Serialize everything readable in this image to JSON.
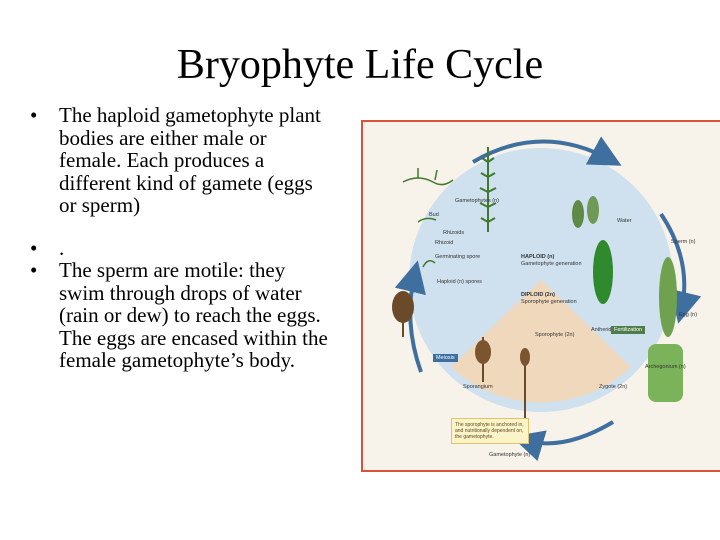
{
  "slide": {
    "title": "Bryophyte Life Cycle",
    "bullets": [
      "The haploid gametophyte plant bodies are either male or female.  Each produces a different kind of gamete (eggs or sperm)",
      ".",
      "The sperm are motile: they swim through drops of water (rain or dew) to reach the eggs.  The eggs are encased within the female gametophyte’s body."
    ],
    "bullet_glyph": "•"
  },
  "figure": {
    "labels": {
      "bud": "Bud",
      "gametophytes": "Gametophytes (n)",
      "rhizoids": "Rhizoids",
      "rhizoid": "Rhizoid",
      "germinating_spore": "Germinating spore",
      "haploid_spores": "Haploid (n) spores",
      "haploid_gen_1": "HAPLOID (n)",
      "haploid_gen_2": "Gametophyte generation",
      "diploid_gen_1": "DIPLOID (2n)",
      "diploid_gen_2": "Sporophyte generation",
      "sporophyte": "Sporophyte (2n)",
      "sporangium": "Sporangium",
      "water": "Water",
      "sperm": "Sperm (n)",
      "antheridium": "Antheridium (n)",
      "egg": "Egg (n)",
      "archegonium": "Archegonium (n)",
      "zygote": "Zygote (2n)",
      "gametophyte_n": "Gametophyte (n)",
      "meiosis": "Meiosis",
      "fertilization": "Fertilization",
      "note": "The sporophyte is anchored in, and nutritionally dependent on, the gametophyte."
    },
    "colors": {
      "haploid": "#cfe0ee",
      "diploid": "#f0d8bd",
      "arrow": "#3f6f9f",
      "border": "#d9533b"
    }
  }
}
